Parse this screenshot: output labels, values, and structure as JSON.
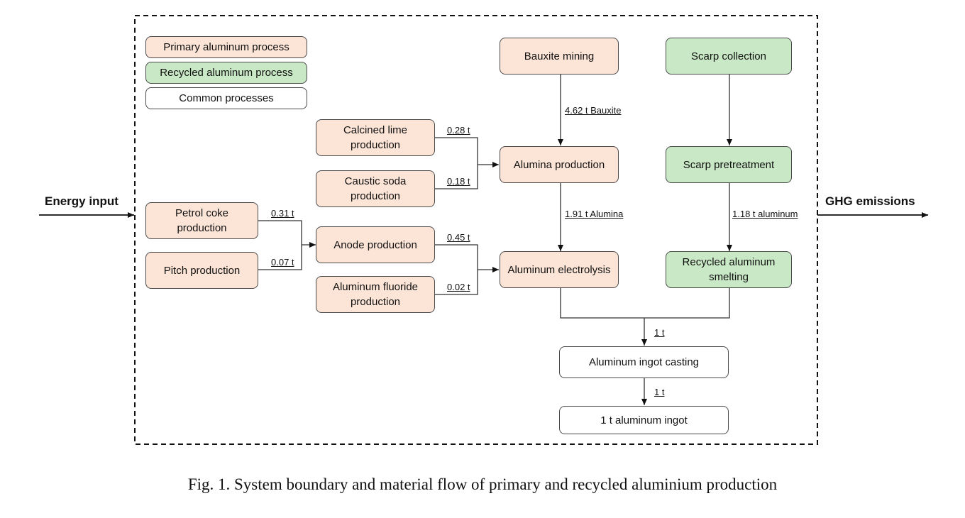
{
  "legend": {
    "primary": "Primary aluminum process",
    "recycled": "Recycled aluminum process",
    "common": "Common processes"
  },
  "colors": {
    "primary": "#fce4d6",
    "recycled": "#c9e8c5",
    "common": "#ffffff",
    "border": "#4a4a4a"
  },
  "nodes": {
    "bauxite_mining": "Bauxite mining",
    "scrap_collection": "Scarp collection",
    "calcined_lime": "Calcined lime production",
    "caustic_soda": "Caustic soda production",
    "alumina_production": "Alumina production",
    "scrap_pretreatment": "Scarp pretreatment",
    "petrol_coke": "Petrol coke production",
    "pitch_production": "Pitch production",
    "anode_production": "Anode production",
    "aluminum_fluoride": "Aluminum fluoride production",
    "aluminum_electrolysis": "Aluminum electrolysis",
    "recycled_smelting": "Recycled aluminum smelting",
    "ingot_casting": "Aluminum ingot casting",
    "aluminum_ingot": "1 t aluminum ingot"
  },
  "flows": {
    "bauxite": "4.62 t Bauxite",
    "lime": "0.28 t",
    "soda": "0.18 t",
    "alumina": "1.91 t Alumina",
    "recycled_aluminum": "1.18 t aluminum",
    "petrol_coke": "0.31 t",
    "pitch": "0.07 t",
    "anode": "0.45 t",
    "fluoride": "0.02 t",
    "to_casting": "1 t",
    "to_ingot": "1 t"
  },
  "boundary": {
    "input": "Energy input",
    "output": "GHG emissions"
  },
  "caption": "Fig. 1. System boundary and material flow of primary and recycled aluminium production"
}
